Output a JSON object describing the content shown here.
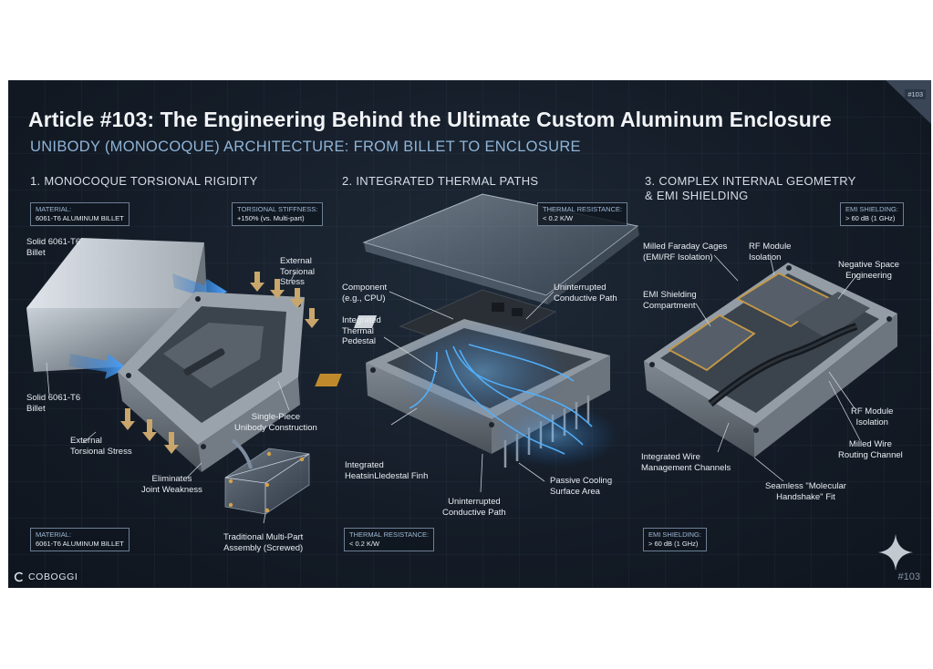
{
  "header": {
    "title": "Article #103: The Engineering Behind the Ultimate Custom Aluminum Enclosure",
    "subtitle": "UNIBODY (MONOCOQUE) ARCHITECTURE: FROM BILLET TO ENCLOSURE",
    "corner_badge": "#103"
  },
  "sections": [
    {
      "heading": "1. MONOCOQUE TORSIONAL RIGIDITY",
      "tag_top_left": {
        "key": "MATERIAL:",
        "value": "6061-T6 ALUMINUM BILLET"
      },
      "tag_top_right": {
        "key": "TORSIONAL STIFFNESS:",
        "value": "+150% (vs. Multi-part)"
      },
      "tag_bottom": {
        "key": "MATERIAL:",
        "value": "6061-T6 ALUMINUM BILLET"
      },
      "labels": {
        "billet_top": "Solid 6061-T6\nBillet",
        "billet_bottom": "Solid 6061-T6\nBillet",
        "stress_right": "External\nTorsional\nStress",
        "stress_left": "External\nTorsional Stress",
        "unibody": "Single-Piece\nUnibody Construction",
        "joint": "Eliminates\nJoint Weakness",
        "multipart": "Traditional Multi-Part\nAssembly (Screwed)"
      }
    },
    {
      "heading": "2. INTEGRATED THERMAL PATHS",
      "tag_top": {
        "key": "THERMAL RESISTANCE:",
        "value": "< 0.2 K/W"
      },
      "tag_bottom": {
        "key": "THERMAL RESISTANCE:",
        "value": "< 0.2 K/W"
      },
      "labels": {
        "component": "Component\n(e.g., CPU)",
        "pedestal": "Integrated\nThermal\nPedestal",
        "path_top": "Uninterrupted\nConductive Path",
        "heatsink": "Integrated\nHeatsinLledestal Finh",
        "path_bottom": "Uninterrupted\nConductive Path",
        "cooling": "Passive Cooling\nSurface Area"
      }
    },
    {
      "heading": "3. COMPLEX INTERNAL GEOMETRY\n& EMI SHIELDING",
      "tag_top": {
        "key": "EMI SHIELDING:",
        "value": "> 60 dB (1 GHz)"
      },
      "tag_bottom": {
        "key": "EMI SHIELDING:",
        "value": "> 60 dB (1 GHz)"
      },
      "labels": {
        "faraday": "Milled Faraday Cages\n(EMI/RF Isolation)",
        "rf_top": "RF Module\nIsolation",
        "negative": "Negative Space\nEngineering",
        "emi_comp": "EMI Shielding\nCompartment",
        "rf_right": "RF Module\nIsolation",
        "milled_wire": "Milled Wire\nRouting Channel",
        "wire_channels": "Integrated Wire\nManagement Channels",
        "seamless": "Seamless \"Molecular\nHandshake\" Fit"
      }
    }
  ],
  "footer": {
    "brand": "COBOGGI",
    "number": "#103"
  },
  "colors": {
    "background": "#141c27",
    "accent_blue": "#3f9bff",
    "arrow_gold": "#c9a66b",
    "subtitle": "#8fb4d8"
  }
}
